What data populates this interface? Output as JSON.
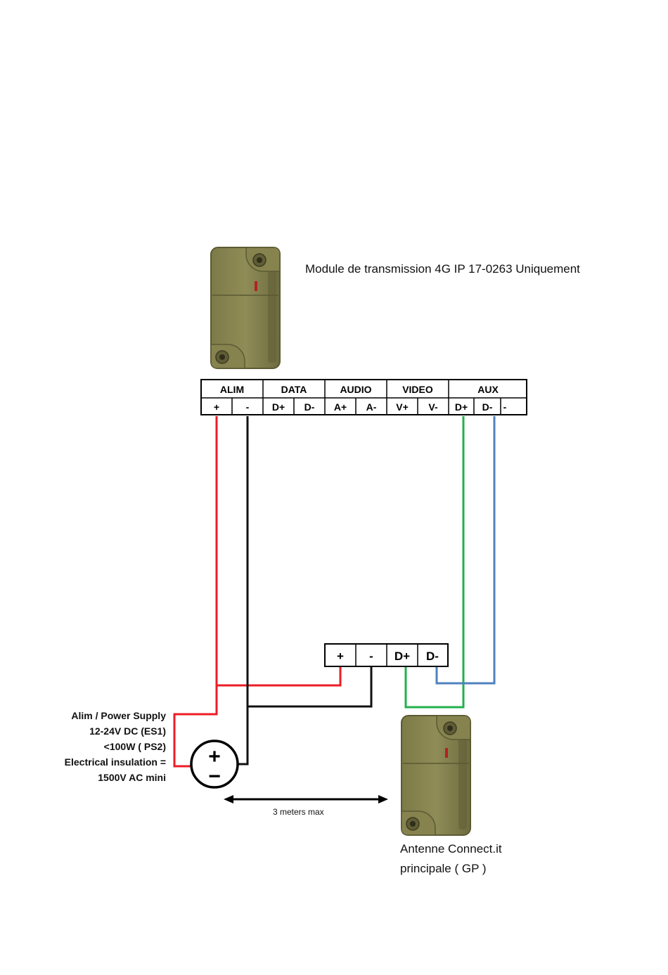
{
  "module_title": "Module de transmission 4G IP 17-0263 Uniquement",
  "terminal_groups": [
    "ALIM",
    "DATA",
    "AUDIO",
    "VIDEO",
    "AUX"
  ],
  "top_terminals": [
    "+",
    "-",
    "D+",
    "D-",
    "A+",
    "A-",
    "V+",
    "V-",
    "D+",
    "D-",
    "-"
  ],
  "bottom_terminals": [
    "+",
    "-",
    "D+",
    "D-"
  ],
  "power_supply": {
    "line1": "Alim / Power Supply",
    "line2": "12-24V DC (ES1)",
    "line3": "<100W ( PS2)",
    "line4": "Electrical insulation =",
    "line5": "1500V AC mini",
    "plus_symbol": "+",
    "minus_symbol": "−"
  },
  "distance_label": "3 meters max",
  "antenna": {
    "line1": "Antenne Connect.it",
    "line2": "principale ( GP )"
  },
  "wire_colors": {
    "positive": "#ee1c25",
    "negative": "#111111",
    "data_plus": "#22b14c",
    "data_minus": "#4f81bd"
  }
}
